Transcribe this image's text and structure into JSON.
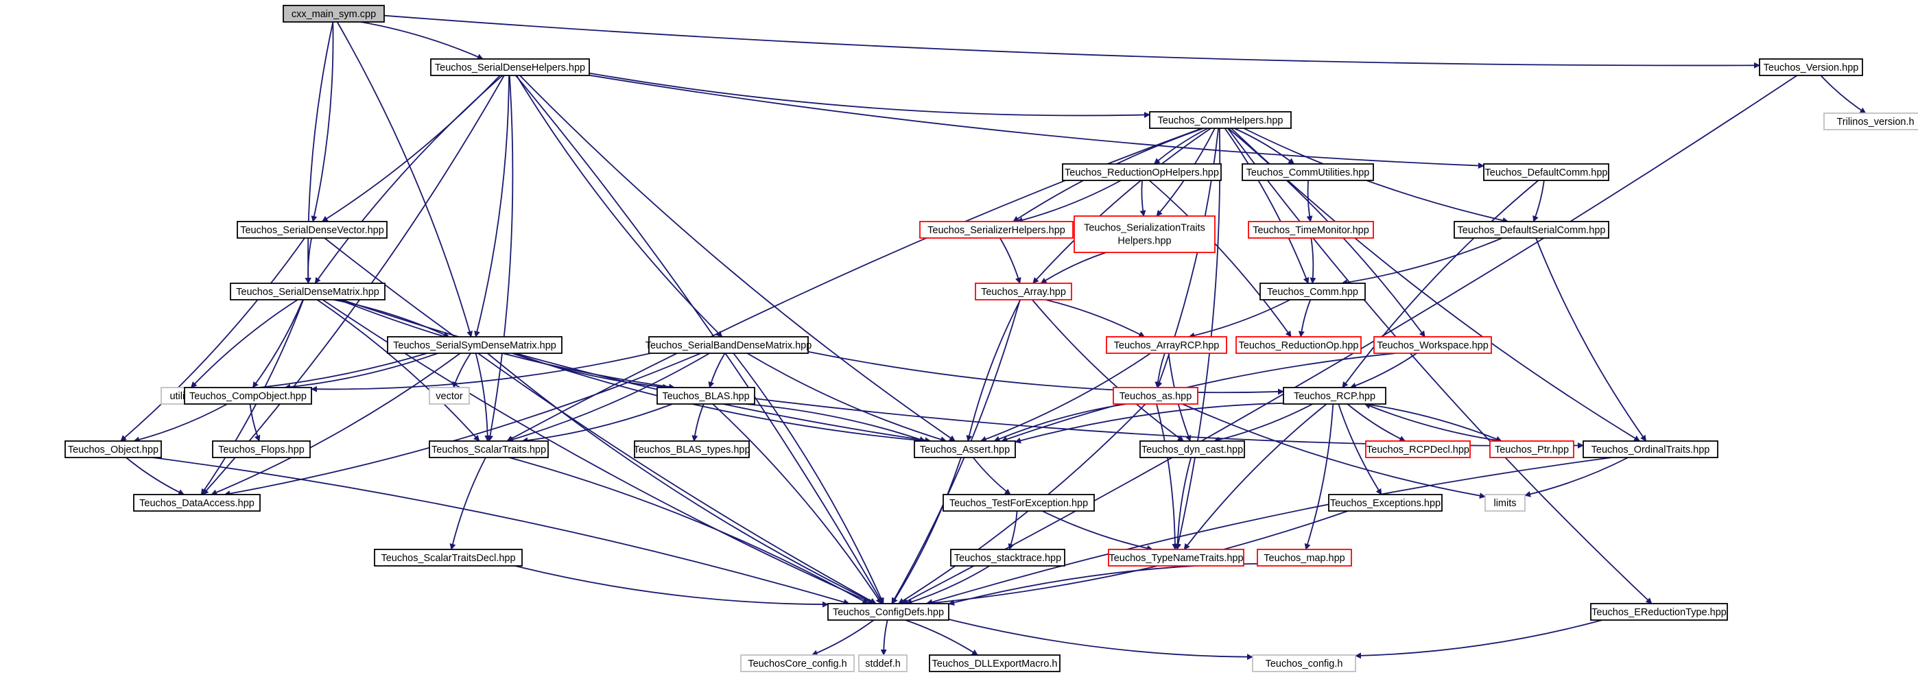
{
  "colors": {
    "background": "#ffffff",
    "edge": "#191970",
    "root_fill": "#bfbfbf",
    "node_border": "#000000",
    "incomplete_border": "#ff0000",
    "external_border": "#bfbfbf",
    "external_text": "#808080"
  },
  "nodes": [
    {
      "id": "cxx_main_sym",
      "label": "cxx_main_sym.cpp",
      "kind": "root"
    },
    {
      "id": "SerialDenseHelpers",
      "label": "Teuchos_SerialDenseHelpers.hpp",
      "kind": "normal"
    },
    {
      "id": "Version",
      "label": "Teuchos_Version.hpp",
      "kind": "normal"
    },
    {
      "id": "Trilinos_version",
      "label": "Trilinos_version.h",
      "kind": "external"
    },
    {
      "id": "CommHelpers",
      "label": "Teuchos_CommHelpers.hpp",
      "kind": "normal"
    },
    {
      "id": "DefaultComm",
      "label": "Teuchos_DefaultComm.hpp",
      "kind": "normal"
    },
    {
      "id": "ReductionOpHelpers",
      "label": "Teuchos_ReductionOpHelpers.hpp",
      "kind": "normal"
    },
    {
      "id": "CommUtilities",
      "label": "Teuchos_CommUtilities.hpp",
      "kind": "normal"
    },
    {
      "id": "SerialDenseVector",
      "label": "Teuchos_SerialDenseVector.hpp",
      "kind": "normal"
    },
    {
      "id": "SerializerHelpers",
      "label": "Teuchos_SerializerHelpers.hpp",
      "kind": "incomplete"
    },
    {
      "id": "SerializationTraitsHelpers",
      "label": "Teuchos_SerializationTraits",
      "label2": "Helpers.hpp",
      "kind": "incomplete"
    },
    {
      "id": "TimeMonitor",
      "label": "Teuchos_TimeMonitor.hpp",
      "kind": "incomplete"
    },
    {
      "id": "DefaultSerialComm",
      "label": "Teuchos_DefaultSerialComm.hpp",
      "kind": "normal"
    },
    {
      "id": "SerialDenseMatrix",
      "label": "Teuchos_SerialDenseMatrix.hpp",
      "kind": "normal"
    },
    {
      "id": "Array",
      "label": "Teuchos_Array.hpp",
      "kind": "incomplete"
    },
    {
      "id": "Comm",
      "label": "Teuchos_Comm.hpp",
      "kind": "normal"
    },
    {
      "id": "SerialSymDenseMatrix",
      "label": "Teuchos_SerialSymDenseMatrix.hpp",
      "kind": "normal"
    },
    {
      "id": "SerialBandDenseMatrix",
      "label": "Teuchos_SerialBandDenseMatrix.hpp",
      "kind": "normal"
    },
    {
      "id": "ArrayRCP",
      "label": "Teuchos_ArrayRCP.hpp",
      "kind": "incomplete"
    },
    {
      "id": "ReductionOp",
      "label": "Teuchos_ReductionOp.hpp",
      "kind": "incomplete"
    },
    {
      "id": "Workspace",
      "label": "Teuchos_Workspace.hpp",
      "kind": "incomplete"
    },
    {
      "id": "utility",
      "label": "utility",
      "kind": "external"
    },
    {
      "id": "vector",
      "label": "vector",
      "kind": "external"
    },
    {
      "id": "CompObject",
      "label": "Teuchos_CompObject.hpp",
      "kind": "normal"
    },
    {
      "id": "BLAS",
      "label": "Teuchos_BLAS.hpp",
      "kind": "normal"
    },
    {
      "id": "as",
      "label": "Teuchos_as.hpp",
      "kind": "incomplete"
    },
    {
      "id": "RCP",
      "label": "Teuchos_RCP.hpp",
      "kind": "normal"
    },
    {
      "id": "Object",
      "label": "Teuchos_Object.hpp",
      "kind": "normal"
    },
    {
      "id": "Flops",
      "label": "Teuchos_Flops.hpp",
      "kind": "normal"
    },
    {
      "id": "ScalarTraits",
      "label": "Teuchos_ScalarTraits.hpp",
      "kind": "normal"
    },
    {
      "id": "BLAS_types",
      "label": "Teuchos_BLAS_types.hpp",
      "kind": "normal"
    },
    {
      "id": "Assert",
      "label": "Teuchos_Assert.hpp",
      "kind": "normal"
    },
    {
      "id": "dyn_cast",
      "label": "Teuchos_dyn_cast.hpp",
      "kind": "normal"
    },
    {
      "id": "RCPDecl",
      "label": "Teuchos_RCPDecl.hpp",
      "kind": "incomplete"
    },
    {
      "id": "Ptr",
      "label": "Teuchos_Ptr.hpp",
      "kind": "incomplete"
    },
    {
      "id": "OrdinalTraits",
      "label": "Teuchos_OrdinalTraits.hpp",
      "kind": "normal"
    },
    {
      "id": "DataAccess",
      "label": "Teuchos_DataAccess.hpp",
      "kind": "normal"
    },
    {
      "id": "limits",
      "label": "limits",
      "kind": "external"
    },
    {
      "id": "TestForException",
      "label": "Teuchos_TestForException.hpp",
      "kind": "normal"
    },
    {
      "id": "Exceptions",
      "label": "Teuchos_Exceptions.hpp",
      "kind": "normal"
    },
    {
      "id": "ScalarTraitsDecl",
      "label": "Teuchos_ScalarTraitsDecl.hpp",
      "kind": "normal"
    },
    {
      "id": "stacktrace",
      "label": "Teuchos_stacktrace.hpp",
      "kind": "normal"
    },
    {
      "id": "TypeNameTraits",
      "label": "Teuchos_TypeNameTraits.hpp",
      "kind": "incomplete"
    },
    {
      "id": "map",
      "label": "Teuchos_map.hpp",
      "kind": "incomplete"
    },
    {
      "id": "ConfigDefs",
      "label": "Teuchos_ConfigDefs.hpp",
      "kind": "normal"
    },
    {
      "id": "EReductionType",
      "label": "Teuchos_EReductionType.hpp",
      "kind": "normal"
    },
    {
      "id": "TeuchosCore_config",
      "label": "TeuchosCore_config.h",
      "kind": "external"
    },
    {
      "id": "stddef",
      "label": "stddef.h",
      "kind": "external"
    },
    {
      "id": "DLLExportMacro",
      "label": "Teuchos_DLLExportMacro.h",
      "kind": "normal"
    },
    {
      "id": "Teuchos_config",
      "label": "Teuchos_config.h",
      "kind": "external"
    }
  ],
  "edges": [
    [
      "cxx_main_sym",
      "SerialDenseHelpers"
    ],
    [
      "cxx_main_sym",
      "Version"
    ],
    [
      "cxx_main_sym",
      "SerialDenseVector"
    ],
    [
      "cxx_main_sym",
      "SerialDenseMatrix"
    ],
    [
      "cxx_main_sym",
      "SerialSymDenseMatrix"
    ],
    [
      "SerialDenseHelpers",
      "CommHelpers"
    ],
    [
      "SerialDenseHelpers",
      "SerialDenseVector"
    ],
    [
      "SerialDenseHelpers",
      "SerialDenseMatrix"
    ],
    [
      "SerialDenseHelpers",
      "SerialSymDenseMatrix"
    ],
    [
      "SerialDenseHelpers",
      "SerialBandDenseMatrix"
    ],
    [
      "SerialDenseHelpers",
      "ScalarTraits"
    ],
    [
      "SerialDenseHelpers",
      "Assert"
    ],
    [
      "SerialDenseHelpers",
      "DataAccess"
    ],
    [
      "SerialDenseHelpers",
      "DefaultComm"
    ],
    [
      "SerialDenseHelpers",
      "ConfigDefs"
    ],
    [
      "Version",
      "Trilinos_version"
    ],
    [
      "Version",
      "ConfigDefs"
    ],
    [
      "CommHelpers",
      "ReductionOpHelpers"
    ],
    [
      "CommHelpers",
      "CommUtilities"
    ],
    [
      "CommHelpers",
      "SerializerHelpers"
    ],
    [
      "CommHelpers",
      "SerializationTraitsHelpers"
    ],
    [
      "CommHelpers",
      "Array"
    ],
    [
      "CommHelpers",
      "Comm"
    ],
    [
      "CommHelpers",
      "DefaultSerialComm"
    ],
    [
      "CommHelpers",
      "Workspace"
    ],
    [
      "CommHelpers",
      "OrdinalTraits"
    ],
    [
      "CommHelpers",
      "as"
    ],
    [
      "CommHelpers",
      "ScalarTraits"
    ],
    [
      "CommHelpers",
      "TypeNameTraits"
    ],
    [
      "CommHelpers",
      "EReductionType"
    ],
    [
      "DefaultComm",
      "DefaultSerialComm"
    ],
    [
      "DefaultComm",
      "RCP"
    ],
    [
      "ReductionOpHelpers",
      "SerializerHelpers"
    ],
    [
      "ReductionOpHelpers",
      "SerializationTraitsHelpers"
    ],
    [
      "ReductionOpHelpers",
      "ReductionOp"
    ],
    [
      "CommUtilities",
      "TimeMonitor"
    ],
    [
      "TimeMonitor",
      "Comm"
    ],
    [
      "SerialDenseVector",
      "SerialDenseMatrix"
    ],
    [
      "SerialDenseVector",
      "Object"
    ],
    [
      "SerialDenseVector",
      "ConfigDefs"
    ],
    [
      "SerializerHelpers",
      "Array"
    ],
    [
      "SerializationTraitsHelpers",
      "Array"
    ],
    [
      "DefaultSerialComm",
      "Comm"
    ],
    [
      "DefaultSerialComm",
      "OrdinalTraits"
    ],
    [
      "SerialDenseMatrix",
      "SerialSymDenseMatrix"
    ],
    [
      "SerialDenseMatrix",
      "utility"
    ],
    [
      "SerialDenseMatrix",
      "CompObject"
    ],
    [
      "SerialDenseMatrix",
      "BLAS"
    ],
    [
      "SerialDenseMatrix",
      "ScalarTraits"
    ],
    [
      "SerialDenseMatrix",
      "Assert"
    ],
    [
      "SerialDenseMatrix",
      "DataAccess"
    ],
    [
      "SerialDenseMatrix",
      "ConfigDefs"
    ],
    [
      "Array",
      "ArrayRCP"
    ],
    [
      "Array",
      "Assert"
    ],
    [
      "Array",
      "ConfigDefs"
    ],
    [
      "Array",
      "dyn_cast"
    ],
    [
      "Comm",
      "ArrayRCP"
    ],
    [
      "Comm",
      "ReductionOp"
    ],
    [
      "SerialSymDenseMatrix",
      "utility"
    ],
    [
      "SerialSymDenseMatrix",
      "vector"
    ],
    [
      "SerialSymDenseMatrix",
      "CompObject"
    ],
    [
      "SerialSymDenseMatrix",
      "BLAS"
    ],
    [
      "SerialSymDenseMatrix",
      "ScalarTraits"
    ],
    [
      "SerialSymDenseMatrix",
      "Assert"
    ],
    [
      "SerialSymDenseMatrix",
      "DataAccess"
    ],
    [
      "SerialSymDenseMatrix",
      "ConfigDefs"
    ],
    [
      "SerialBandDenseMatrix",
      "CompObject"
    ],
    [
      "SerialBandDenseMatrix",
      "BLAS"
    ],
    [
      "SerialBandDenseMatrix",
      "ScalarTraits"
    ],
    [
      "SerialBandDenseMatrix",
      "Assert"
    ],
    [
      "SerialBandDenseMatrix",
      "DataAccess"
    ],
    [
      "SerialBandDenseMatrix",
      "RCP"
    ],
    [
      "SerialBandDenseMatrix",
      "ConfigDefs"
    ],
    [
      "ArrayRCP",
      "as"
    ],
    [
      "ArrayRCP",
      "Assert"
    ],
    [
      "ArrayRCP",
      "dyn_cast"
    ],
    [
      "Workspace",
      "RCP"
    ],
    [
      "Workspace",
      "Assert"
    ],
    [
      "CompObject",
      "Object"
    ],
    [
      "CompObject",
      "Flops"
    ],
    [
      "BLAS",
      "ScalarTraits"
    ],
    [
      "BLAS",
      "BLAS_types"
    ],
    [
      "BLAS",
      "Assert"
    ],
    [
      "BLAS",
      "OrdinalTraits"
    ],
    [
      "BLAS",
      "ConfigDefs"
    ],
    [
      "as",
      "Assert"
    ],
    [
      "as",
      "TypeNameTraits"
    ],
    [
      "as",
      "limits"
    ],
    [
      "as",
      "ConfigDefs"
    ],
    [
      "RCP",
      "Assert"
    ],
    [
      "RCP",
      "dyn_cast"
    ],
    [
      "RCP",
      "RCPDecl"
    ],
    [
      "RCP",
      "Ptr"
    ],
    [
      "RCP",
      "Exceptions"
    ],
    [
      "RCP",
      "map"
    ],
    [
      "RCP",
      "TypeNameTraits"
    ],
    [
      "Ptr",
      "RCP"
    ],
    [
      "Object",
      "DataAccess"
    ],
    [
      "Object",
      "ConfigDefs"
    ],
    [
      "ScalarTraits",
      "ScalarTraitsDecl"
    ],
    [
      "ScalarTraits",
      "ConfigDefs"
    ],
    [
      "Assert",
      "TestForException"
    ],
    [
      "Assert",
      "ConfigDefs"
    ],
    [
      "dyn_cast",
      "TypeNameTraits"
    ],
    [
      "OrdinalTraits",
      "limits"
    ],
    [
      "OrdinalTraits",
      "ConfigDefs"
    ],
    [
      "TestForException",
      "stacktrace"
    ],
    [
      "TestForException",
      "TypeNameTraits"
    ],
    [
      "Exceptions",
      "ConfigDefs"
    ],
    [
      "ScalarTraitsDecl",
      "ConfigDefs"
    ],
    [
      "stacktrace",
      "ConfigDefs"
    ],
    [
      "map",
      "ConfigDefs"
    ],
    [
      "ConfigDefs",
      "TeuchosCore_config"
    ],
    [
      "ConfigDefs",
      "stddef"
    ],
    [
      "ConfigDefs",
      "DLLExportMacro"
    ],
    [
      "ConfigDefs",
      "Teuchos_config"
    ],
    [
      "EReductionType",
      "Teuchos_config"
    ]
  ]
}
